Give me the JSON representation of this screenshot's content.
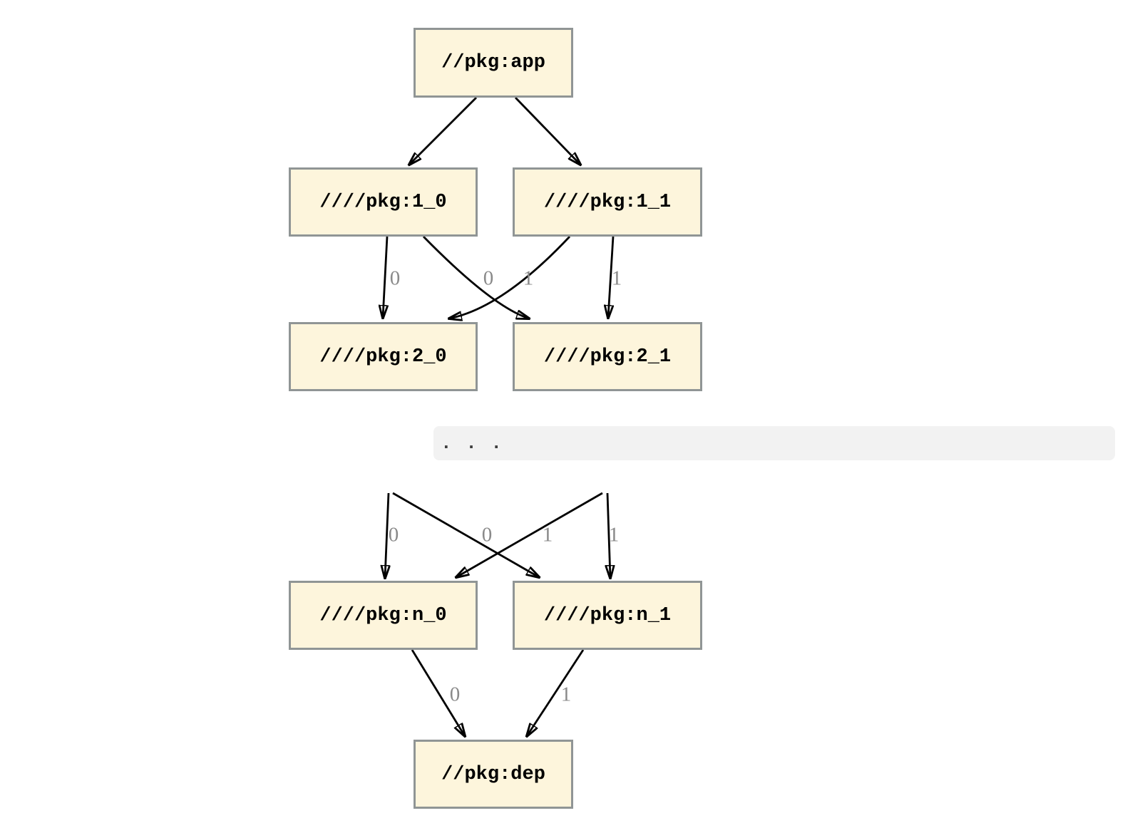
{
  "diagram": {
    "type": "dependency-graph",
    "nodes": {
      "app": "//pkg:app",
      "l1_0": "////pkg:1_0",
      "l1_1": "////pkg:1_1",
      "l2_0": "////pkg:2_0",
      "l2_1": "////pkg:2_1",
      "ellipsis": ".  .  .",
      "ln_0": "////pkg:n_0",
      "ln_1": "////pkg:n_1",
      "dep": "//pkg:dep"
    },
    "edge_labels": {
      "level1_to_level2": [
        "0",
        "0",
        "1",
        "1"
      ],
      "dots_to_level_n": [
        "0",
        "0",
        "1",
        "1"
      ],
      "level_n_to_dep": [
        "0",
        "1"
      ]
    },
    "edges": [
      {
        "from": "//pkg:app",
        "to": "////pkg:1_0",
        "label": ""
      },
      {
        "from": "//pkg:app",
        "to": "////pkg:1_1",
        "label": ""
      },
      {
        "from": "////pkg:1_0",
        "to": "////pkg:2_0",
        "label": "0"
      },
      {
        "from": "////pkg:1_0",
        "to": "////pkg:2_1",
        "label": "1"
      },
      {
        "from": "////pkg:1_1",
        "to": "////pkg:2_0",
        "label": "0"
      },
      {
        "from": "////pkg:1_1",
        "to": "////pkg:2_1",
        "label": "1"
      },
      {
        "from": "...",
        "to": "////pkg:n_0",
        "label": "0"
      },
      {
        "from": "...",
        "to": "////pkg:n_1",
        "label": "1"
      },
      {
        "from": "...",
        "to": "////pkg:n_0",
        "label": "0"
      },
      {
        "from": "...",
        "to": "////pkg:n_1",
        "label": "1"
      },
      {
        "from": "////pkg:n_0",
        "to": "//pkg:dep",
        "label": "0"
      },
      {
        "from": "////pkg:n_1",
        "to": "//pkg:dep",
        "label": "1"
      }
    ],
    "colors": {
      "node_fill": "#FDF5DC",
      "node_border": "#909595",
      "edge": "#000000",
      "edge_label": "#8A8A8A",
      "ellipsis_band": "#F2F2F2",
      "background": "#FFFFFF"
    }
  }
}
